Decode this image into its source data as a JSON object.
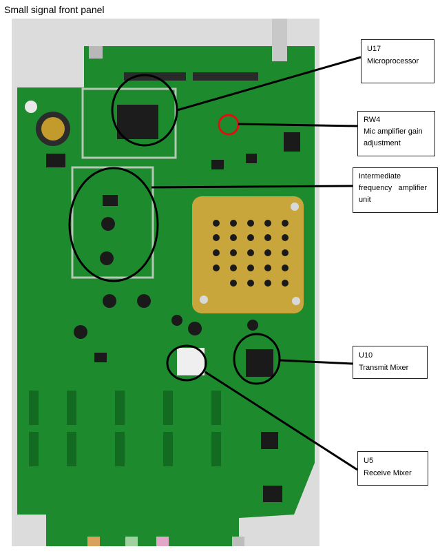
{
  "title": "Small signal front panel",
  "callouts": [
    {
      "lines": [
        "U17",
        "Microprocessor"
      ]
    },
    {
      "lines": [
        "RW4",
        "Mic amplifier gain",
        "adjustment"
      ]
    },
    {
      "lines": [
        "Intermediate",
        "frequency   amplifier",
        "unit"
      ]
    },
    {
      "lines": [
        "U10",
        "Transmit Mixer"
      ]
    },
    {
      "lines": [
        "U5",
        "Receive Mixer"
      ]
    }
  ],
  "colors": {
    "board": "#1e8a2e",
    "board_dark": "#136b22",
    "highlight_ring": "#e01010",
    "pad": "#c9a63c"
  }
}
